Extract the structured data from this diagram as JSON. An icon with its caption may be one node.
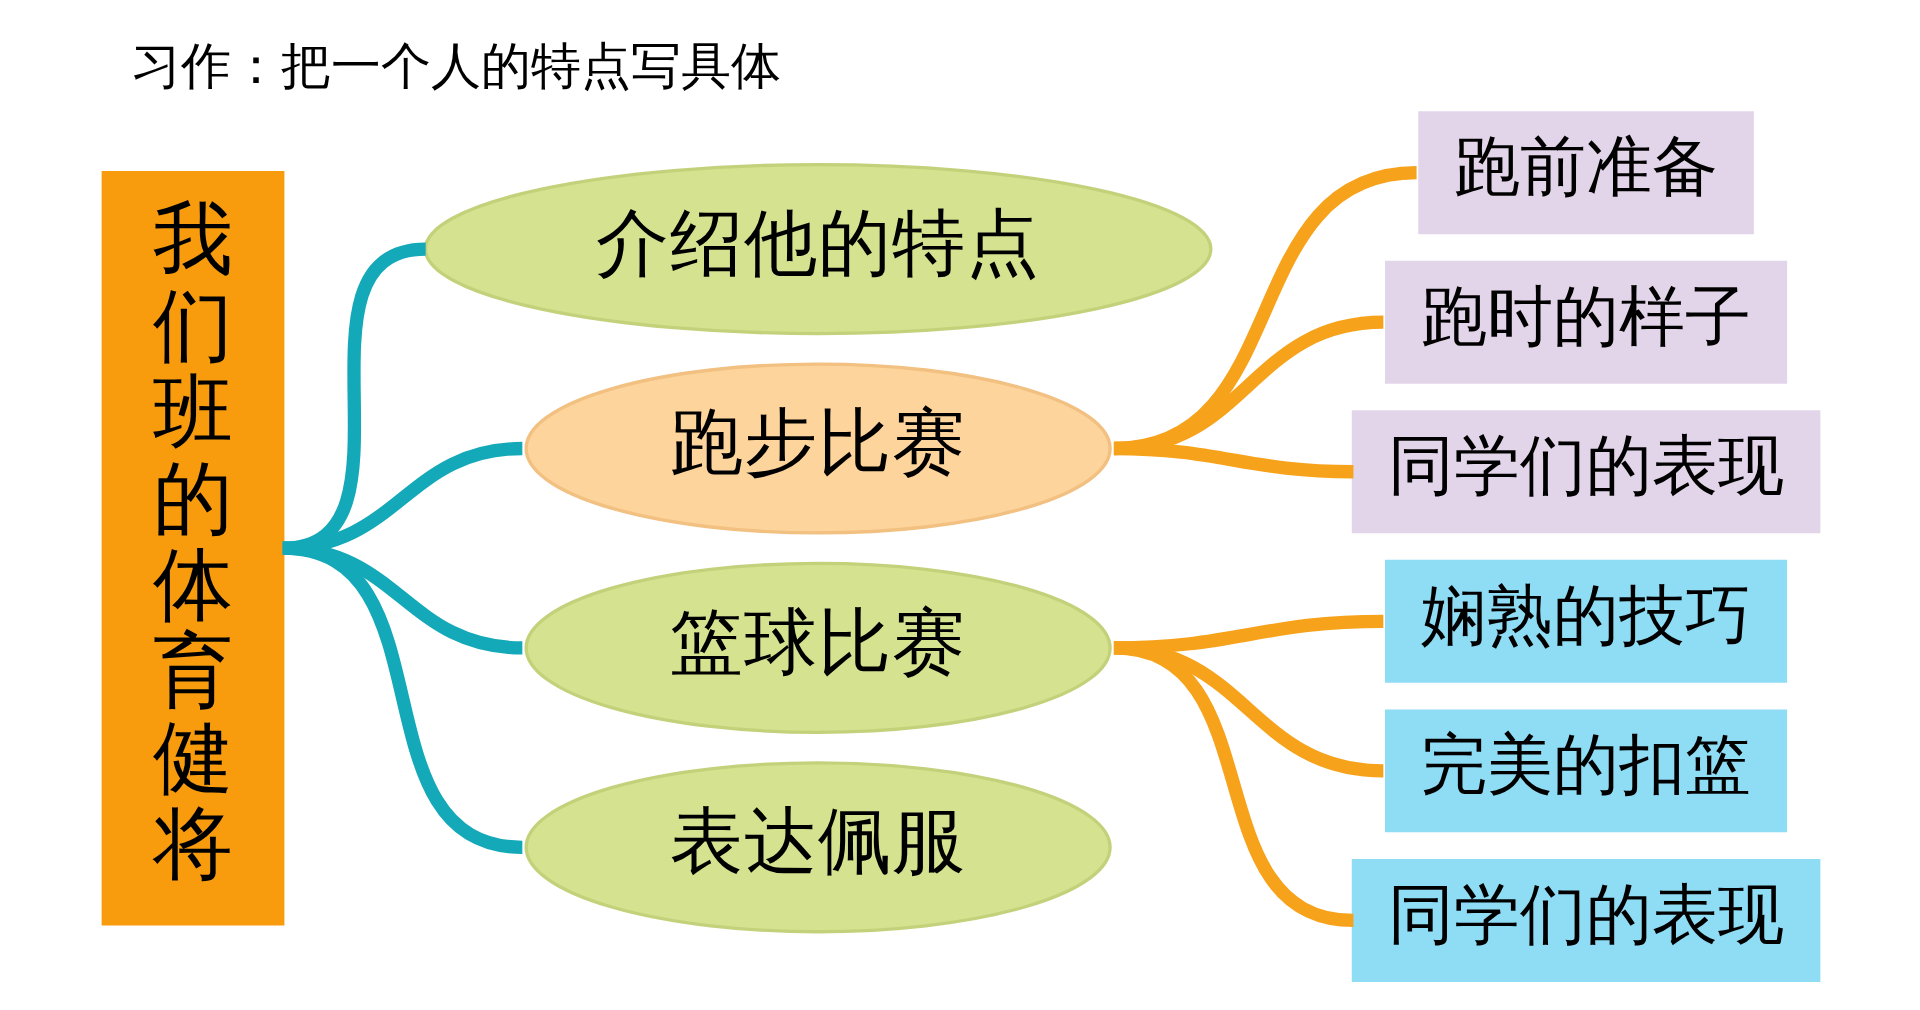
{
  "diagram": {
    "title": "习作：把一个人的特点写具体",
    "nodes": [
      {
        "text": [
          "我们班的体育健将"
        ]
      },
      {
        "text": [
          "介绍他的特点"
        ]
      },
      {
        "text": [
          "跑步比赛"
        ]
      },
      {
        "text": [
          "跑前准备"
        ]
      },
      {
        "text": [
          "跑时的样子"
        ]
      },
      {
        "text": [
          "同学们的表现"
        ]
      },
      {
        "text": [
          "篮球比赛"
        ]
      },
      {
        "text": [
          "娴熟的技巧"
        ]
      },
      {
        "text": [
          "完美的扣篮"
        ]
      },
      {
        "text": [
          "同学们的表现"
        ]
      },
      {
        "text": [
          "表达佩服"
        ]
      }
    ],
    "edges": [
      {
        "from": 0,
        "to": 1,
        "arrow": "none",
        "color": "#14a9b8"
      },
      {
        "from": 0,
        "to": 2,
        "arrow": "none",
        "color": "#14a9b8"
      },
      {
        "from": 0,
        "to": 6,
        "arrow": "none",
        "color": "#14a9b8"
      },
      {
        "from": 0,
        "to": 10,
        "arrow": "none",
        "color": "#14a9b8"
      },
      {
        "from": 2,
        "to": 3,
        "arrow": "none"
      },
      {
        "from": 2,
        "to": 4,
        "arrow": "none"
      },
      {
        "from": 2,
        "to": 5,
        "arrow": "none"
      },
      {
        "from": 6,
        "to": 7,
        "arrow": "none"
      },
      {
        "from": 6,
        "to": 8,
        "arrow": "none"
      },
      {
        "from": 6,
        "to": 9,
        "arrow": "none"
      }
    ]
  }
}
